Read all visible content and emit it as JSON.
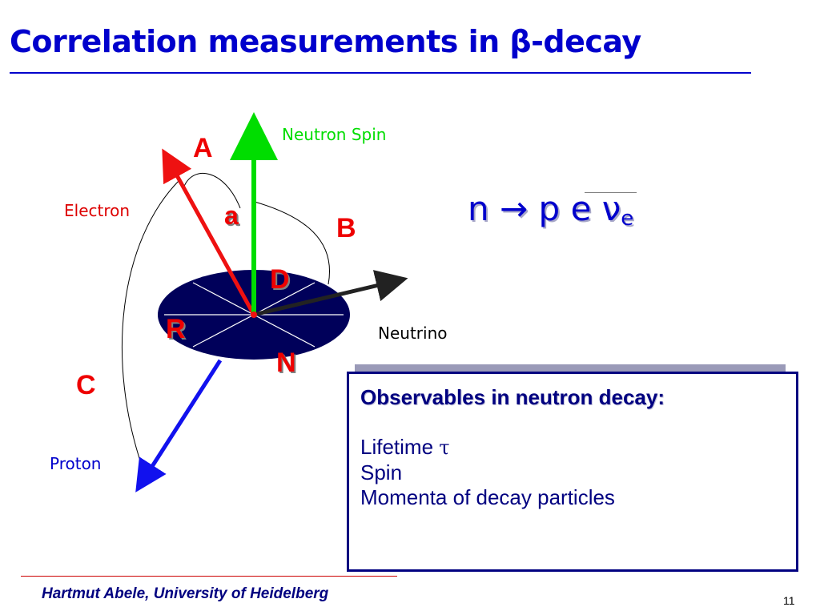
{
  "slide": {
    "title": "Correlation measurements in β-decay",
    "footer": "Hartmut Abele, University of Heidelberg",
    "page_number": "11"
  },
  "diagram": {
    "labels": {
      "neutron_spin": "Neutron Spin",
      "electron": "Electron",
      "neutrino": "Neutrino",
      "proton": "Proton"
    },
    "correlation_letters": {
      "A": "A",
      "a": "a",
      "B": "B",
      "D": "D",
      "R": "R",
      "N": "N",
      "C": "C"
    },
    "colors": {
      "neutron_spin": "#00dd00",
      "electron": "#ee1111",
      "neutrino": "#222222",
      "proton": "#1111ee",
      "disk": "#00005a",
      "labels": "#dd0000",
      "big_letter_red": "#ee0000"
    }
  },
  "reaction": {
    "n": "n",
    "arrow": "→",
    "p": "p",
    "e": "e",
    "nu": "ν",
    "sub": "e"
  },
  "observables": {
    "heading": "Observables in neutron decay:",
    "lifetime_label": "Lifetime",
    "lifetime_symbol": "τ",
    "spin": "Spin",
    "momenta": "Momenta of decay particles"
  }
}
